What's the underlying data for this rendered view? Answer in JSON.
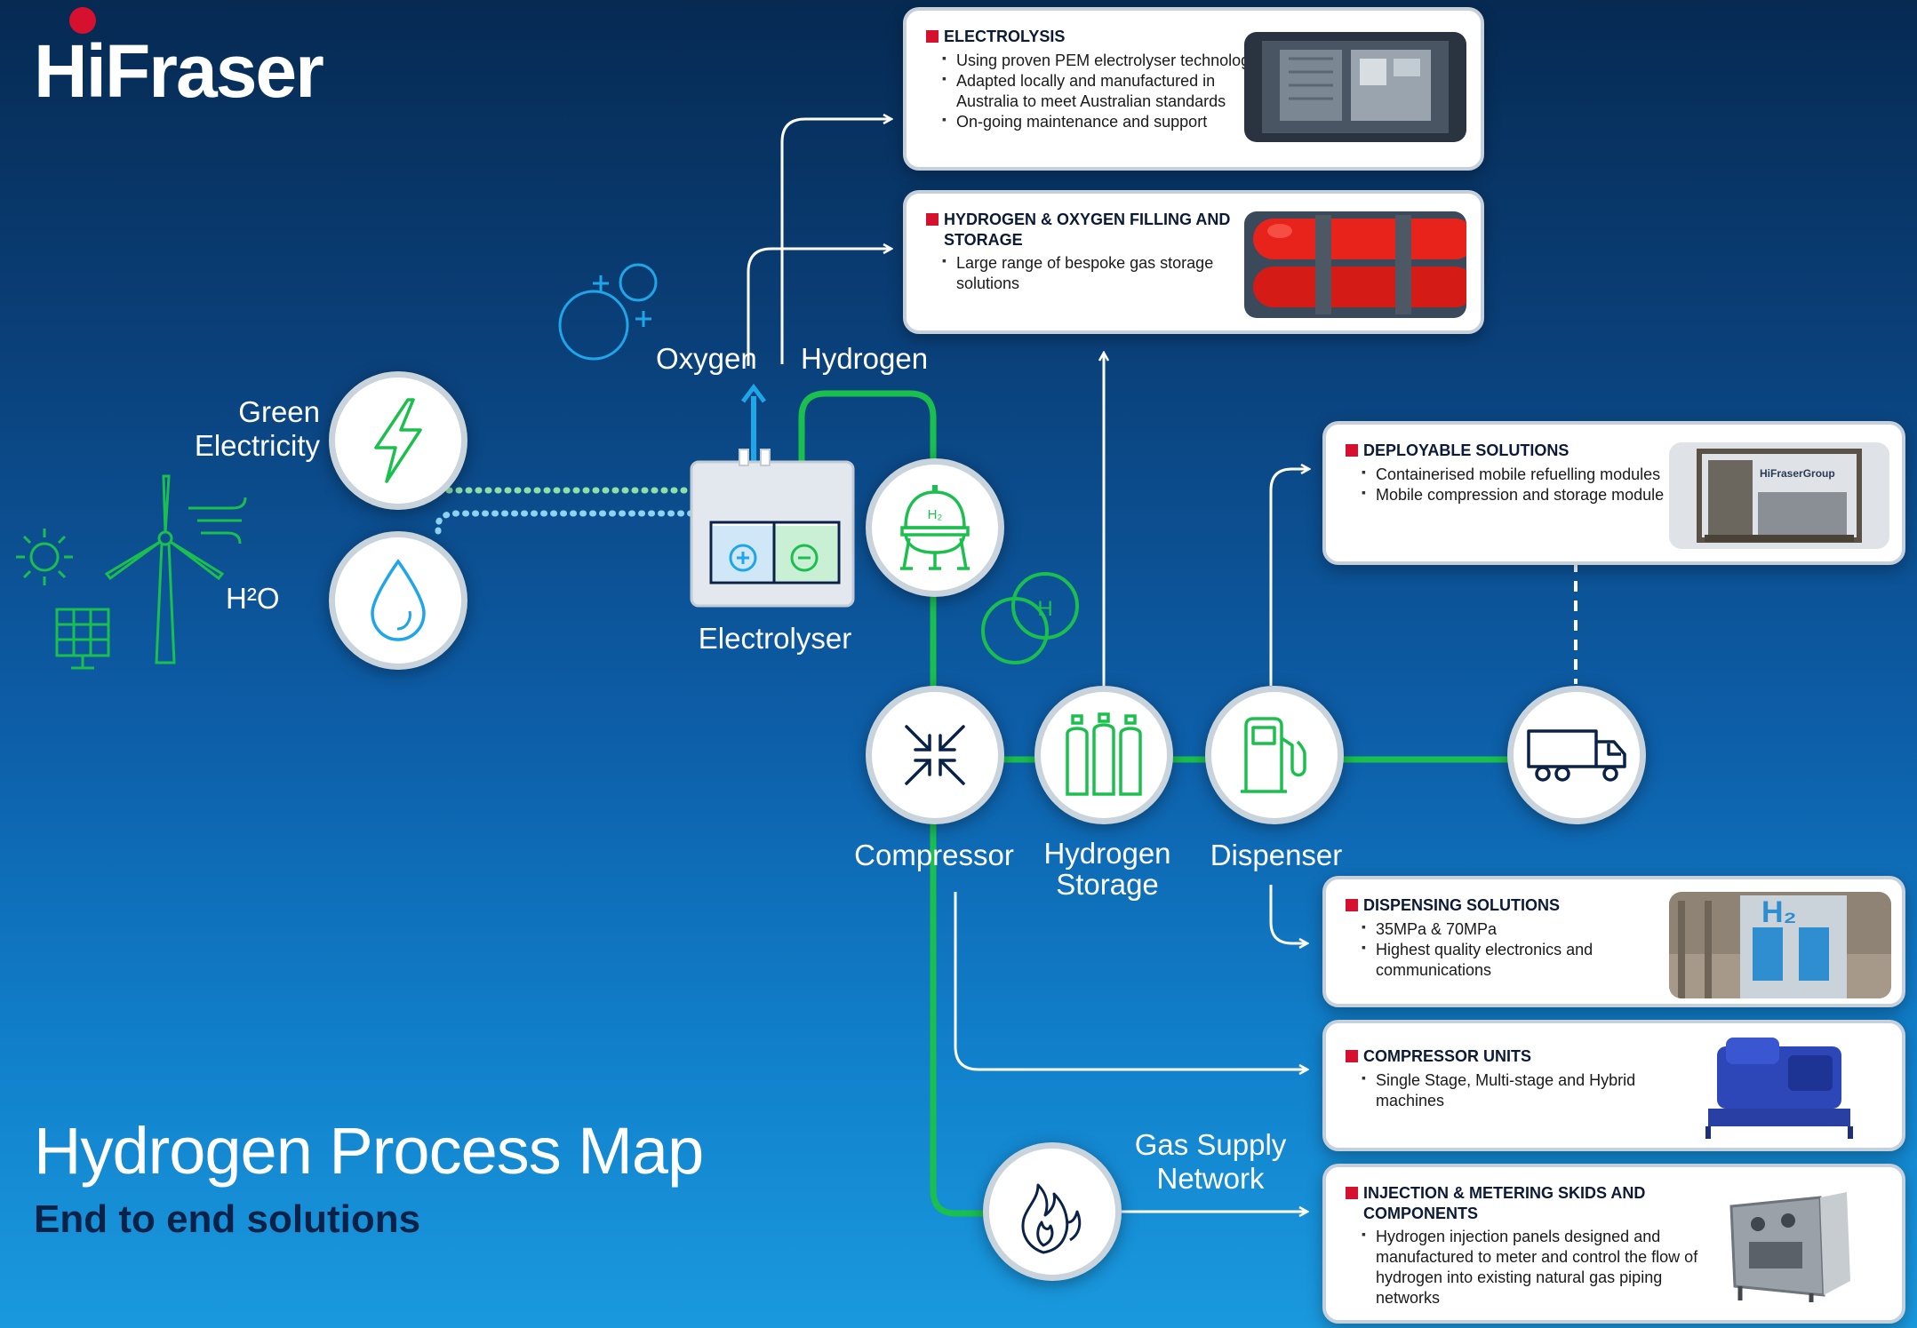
{
  "brand": {
    "logo_text": "HiFraser",
    "colors": {
      "red": "#d5112f",
      "navy": "#0b2248",
      "green": "#1bbf4e",
      "blue": "#1ea6e8",
      "light_green": "#8fe0a8",
      "light_blue": "#8fd3f3"
    }
  },
  "labels": {
    "green_electricity": "Green\nElectricity",
    "h2o": "H²O",
    "oxygen": "Oxygen",
    "hydrogen": "Hydrogen",
    "electrolyser": "Electrolyser",
    "compressor": "Compressor",
    "hydrogen_storage": "Hydrogen\nStorage",
    "dispenser": "Dispenser",
    "gas_supply_network": "Gas Supply\nNetwork"
  },
  "nodes": [
    {
      "id": "green-electricity",
      "icon": "lightning-bolt-icon"
    },
    {
      "id": "water",
      "icon": "water-drop-icon"
    },
    {
      "id": "hydrogen-tank",
      "icon": "hydrogen-tank-icon",
      "text": "H₂"
    },
    {
      "id": "compressor",
      "icon": "compress-arrows-icon"
    },
    {
      "id": "hydrogen-storage",
      "icon": "gas-cylinders-icon"
    },
    {
      "id": "dispenser",
      "icon": "fuel-pump-icon"
    },
    {
      "id": "truck",
      "icon": "truck-icon"
    },
    {
      "id": "gas-flame",
      "icon": "flame-icon"
    }
  ],
  "decor": {
    "h_bubble_text": "H"
  },
  "cards": {
    "electrolysis": {
      "title": "ELECTROLYSIS",
      "bullets": [
        "Using proven PEM electrolyser technology",
        "Adapted locally and manufactured in Australia to meet Australian standards",
        "On-going maintenance and support"
      ]
    },
    "filling_storage": {
      "title": "HYDROGEN & OXYGEN FILLING AND STORAGE",
      "bullets": [
        "Large range of bespoke gas storage solutions"
      ]
    },
    "deployable": {
      "title": "DEPLOYABLE SOLUTIONS",
      "bullets": [
        "Containerised mobile refuelling modules",
        "Mobile compression and storage module"
      ],
      "photo_text": "HiFraserGroup"
    },
    "dispensing": {
      "title": "DISPENSING SOLUTIONS",
      "bullets": [
        "35MPa & 70MPa",
        "Highest quality electronics and communications"
      ],
      "photo_text": "H₂"
    },
    "compressor_units": {
      "title": "COMPRESSOR UNITS",
      "bullets": [
        "Single Stage, Multi-stage and Hybrid machines"
      ]
    },
    "injection": {
      "title": "INJECTION & METERING SKIDS AND COMPONENTS",
      "bullets": [
        "Hydrogen injection panels designed and manufactured to meter and control the flow of hydrogen into existing natural gas piping networks"
      ]
    }
  },
  "footer": {
    "title": "Hydrogen Process Map",
    "subtitle": "End to end solutions"
  }
}
